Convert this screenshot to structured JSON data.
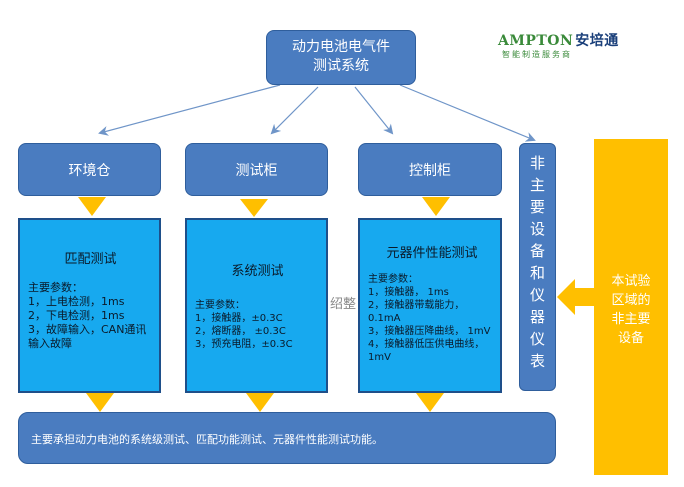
{
  "logo": {
    "brand": "AMPTON",
    "brand_cn": "安培通",
    "tagline": "智能制造服务商"
  },
  "top_title": [
    "动力电池电气件",
    "测试系统"
  ],
  "categories": {
    "env": "环境仓",
    "test": "测试柜",
    "control": "控制柜"
  },
  "panels": {
    "matching": {
      "title": "匹配测试",
      "lines": [
        "主要参数：",
        "1，上电检测，1ms",
        "2，下电检测，1ms",
        "3，故障输入，CAN通讯",
        "输入故障"
      ]
    },
    "system": {
      "title": "系统测试",
      "lines": [
        "主要参数：",
        "1，接触器，±0.3C",
        "2，熔断器， ±0.3C",
        "3，预充电阻，±0.3C"
      ]
    },
    "component": {
      "title": "元器件性能测试",
      "lines": [
        "主要参数：",
        "1，接触器， 1ms",
        "2，接触器带载能力，",
        "0.1mA",
        "3，接触器压降曲线， 1mV",
        "4，接触器低压供电曲线，",
        "1mV"
      ]
    }
  },
  "watermark": "绍整",
  "side_label": [
    "非",
    "主",
    "要",
    "设",
    "备",
    "和",
    "仪",
    "器",
    "仪",
    "表"
  ],
  "bottom_text": "主要承担动力电池的系统级测试、匹配功能测试、元器件性能测试功能。",
  "yellow_label": [
    "本试验",
    "区域的",
    "非主要",
    "设备"
  ],
  "colors": {
    "box_blue": "#4a7cc0",
    "panel_blue": "#17a9ef",
    "accent": "#ffbf00",
    "arrow": "#6f95c8"
  }
}
